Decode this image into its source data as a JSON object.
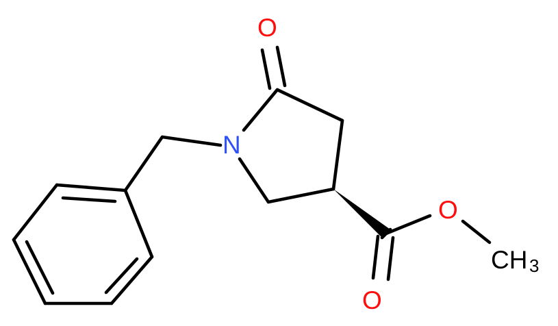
{
  "molecule": {
    "atoms": {
      "oxygen_ketone": "O",
      "nitrogen": "N",
      "oxygen_ester": "O",
      "oxygen_carbonyl": "O",
      "methyl": "CH",
      "methyl_subscript": "3"
    },
    "colors": {
      "bond": "#000000",
      "oxygen": "#ff0d0d",
      "nitrogen": "#3050f8",
      "carbon": "#000000",
      "background": "#ffffff"
    }
  }
}
